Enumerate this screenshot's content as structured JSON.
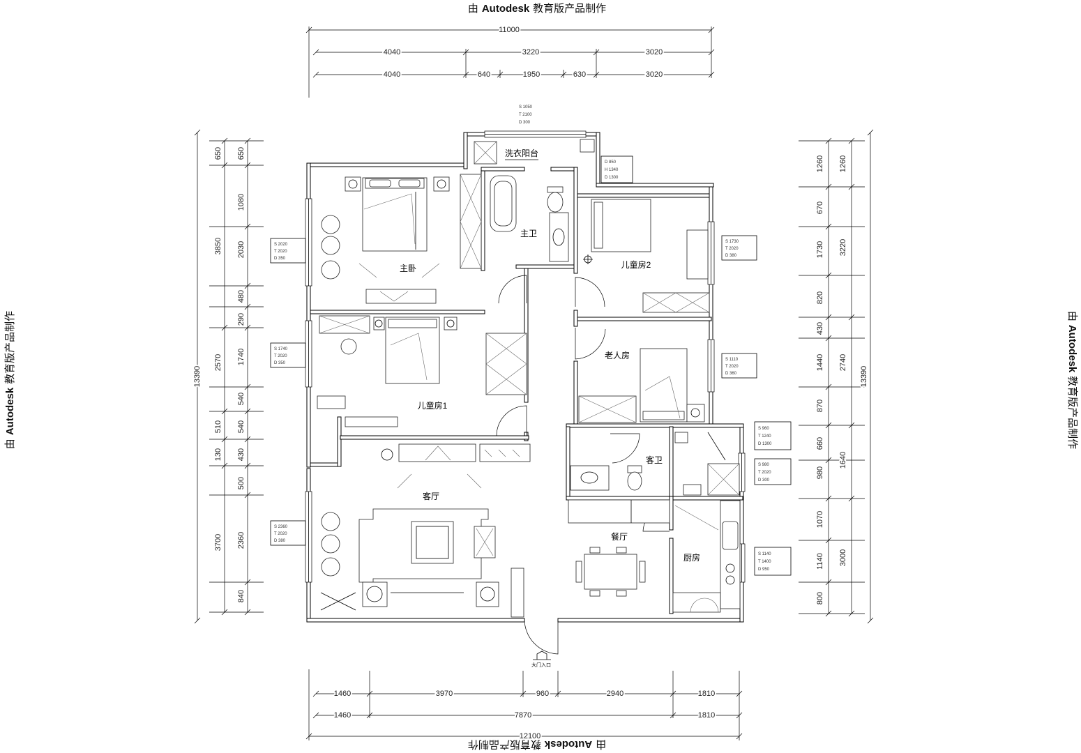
{
  "watermark": {
    "prefix": "由",
    "brand": "Autodesk",
    "suffix": "教育版产品制作"
  },
  "dimensions": {
    "top": {
      "total": "11000",
      "row1": [
        "4040",
        "3220",
        "3020"
      ],
      "row2": [
        "4040",
        "640",
        "1950",
        "630",
        "3020"
      ]
    },
    "bottom": {
      "row1": [
        "1460",
        "3970",
        "960",
        "2940",
        "1810"
      ],
      "row2": [
        "1460",
        "7870",
        "1810"
      ],
      "total": "12100"
    },
    "left": {
      "total": "13390",
      "outer": [
        "650",
        "3850",
        "2570",
        "510",
        "130",
        "3700"
      ],
      "inner": [
        "650",
        "1080",
        "2030",
        "480",
        "290",
        "1740",
        "540",
        "540",
        "430",
        "500",
        "2360",
        "840"
      ]
    },
    "right": {
      "total": "13390",
      "outer": [
        "1260",
        "3220",
        "2740",
        "1640",
        "3000"
      ],
      "inner": [
        "1260",
        "670",
        "1730",
        "820",
        "430",
        "1440",
        "870",
        "660",
        "980",
        "1070",
        "1140",
        "800"
      ]
    }
  },
  "rooms": {
    "laundry_balcony": "洗衣阳台",
    "master_bath": "主卫",
    "master_bedroom": "主卧",
    "kids_room_2": "儿童房2",
    "elder_room": "老人房",
    "kids_room_1": "儿童房1",
    "guest_bath": "客卫",
    "living_room": "客厅",
    "dining_room": "餐厅",
    "kitchen": "厨房"
  },
  "entrance": {
    "label": "大门入口"
  },
  "window_tags": [
    [
      "S 1050",
      "T 2100",
      "D 300"
    ],
    [
      "D 850",
      "H 1340",
      "D 1300"
    ],
    [
      "S 2020",
      "T 2020",
      "D 350"
    ],
    [
      "S 1740",
      "T 2020",
      "D 350"
    ],
    [
      "S 2360",
      "T 2020",
      "D 380"
    ],
    [
      "S 1730",
      "T 2020",
      "D 380"
    ],
    [
      "S 1110",
      "T 2020",
      "D 360"
    ],
    [
      "S 960",
      "T 1240",
      "D 1300"
    ],
    [
      "S 980",
      "T 2020",
      "D 300"
    ],
    [
      "S 1140",
      "T 1400",
      "D 950"
    ]
  ]
}
